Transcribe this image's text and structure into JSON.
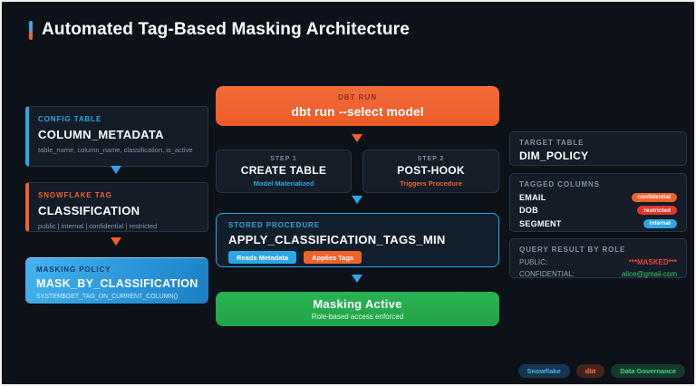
{
  "title": "Automated Tag-Based Masking Architecture",
  "left": {
    "config_table": {
      "label": "CONFIG TABLE",
      "name": "COLUMN_METADATA",
      "detail": "table_name, column_name, classification, is_active"
    },
    "snowflake_tag": {
      "label": "SNOWFLAKE TAG",
      "name": "CLASSIFICATION",
      "detail": "public | internal | confidential | restricted"
    },
    "masking_policy": {
      "label": "MASKING POLICY",
      "name": "MASK_BY_CLASSIFICATION",
      "detail": "SYSTEM$GET_TAG_ON_CURRENT_COLUMN()"
    }
  },
  "center": {
    "dbt_run": {
      "label": "DBT RUN",
      "command": "dbt run --select model"
    },
    "step1": {
      "label": "STEP 1",
      "name": "CREATE TABLE",
      "detail": "Model Materialized"
    },
    "step2": {
      "label": "STEP 2",
      "name": "POST-HOOK",
      "detail": "Triggers Procedure"
    },
    "stored_procedure": {
      "label": "STORED PROCEDURE",
      "name": "APPLY_CLASSIFICATION_TAGS_MIN",
      "badges": [
        "Reads Metadata",
        "Applies Tags"
      ]
    },
    "masking_active": {
      "title": "Masking Active",
      "subtitle": "Role-based access enforced"
    }
  },
  "right": {
    "target_table": {
      "label": "TARGET TABLE",
      "name": "DIM_POLICY"
    },
    "tagged_columns": {
      "label": "TAGGED COLUMNS",
      "rows": [
        {
          "column": "EMAIL",
          "tag": "confidential"
        },
        {
          "column": "DOB",
          "tag": "restricted"
        },
        {
          "column": "SEGMENT",
          "tag": "internal"
        }
      ]
    },
    "query_result": {
      "label": "QUERY RESULT BY ROLE",
      "rows": [
        {
          "role": "PUBLIC:",
          "value": "***MASKED***"
        },
        {
          "role": "CONFIDENTIAL:",
          "value": "alice@gmail.com"
        }
      ]
    }
  },
  "footer_badges": [
    "Snowflake",
    "dbt",
    "Data Governance"
  ],
  "colors": {
    "background": "#0d1219",
    "accent_blue": "#2ca7e6",
    "accent_orange": "#f0622c",
    "accent_green": "#27ae4e",
    "status_red": "#e2362f",
    "masked_text": "#e8453c",
    "allowed_text": "#2ecc71"
  }
}
